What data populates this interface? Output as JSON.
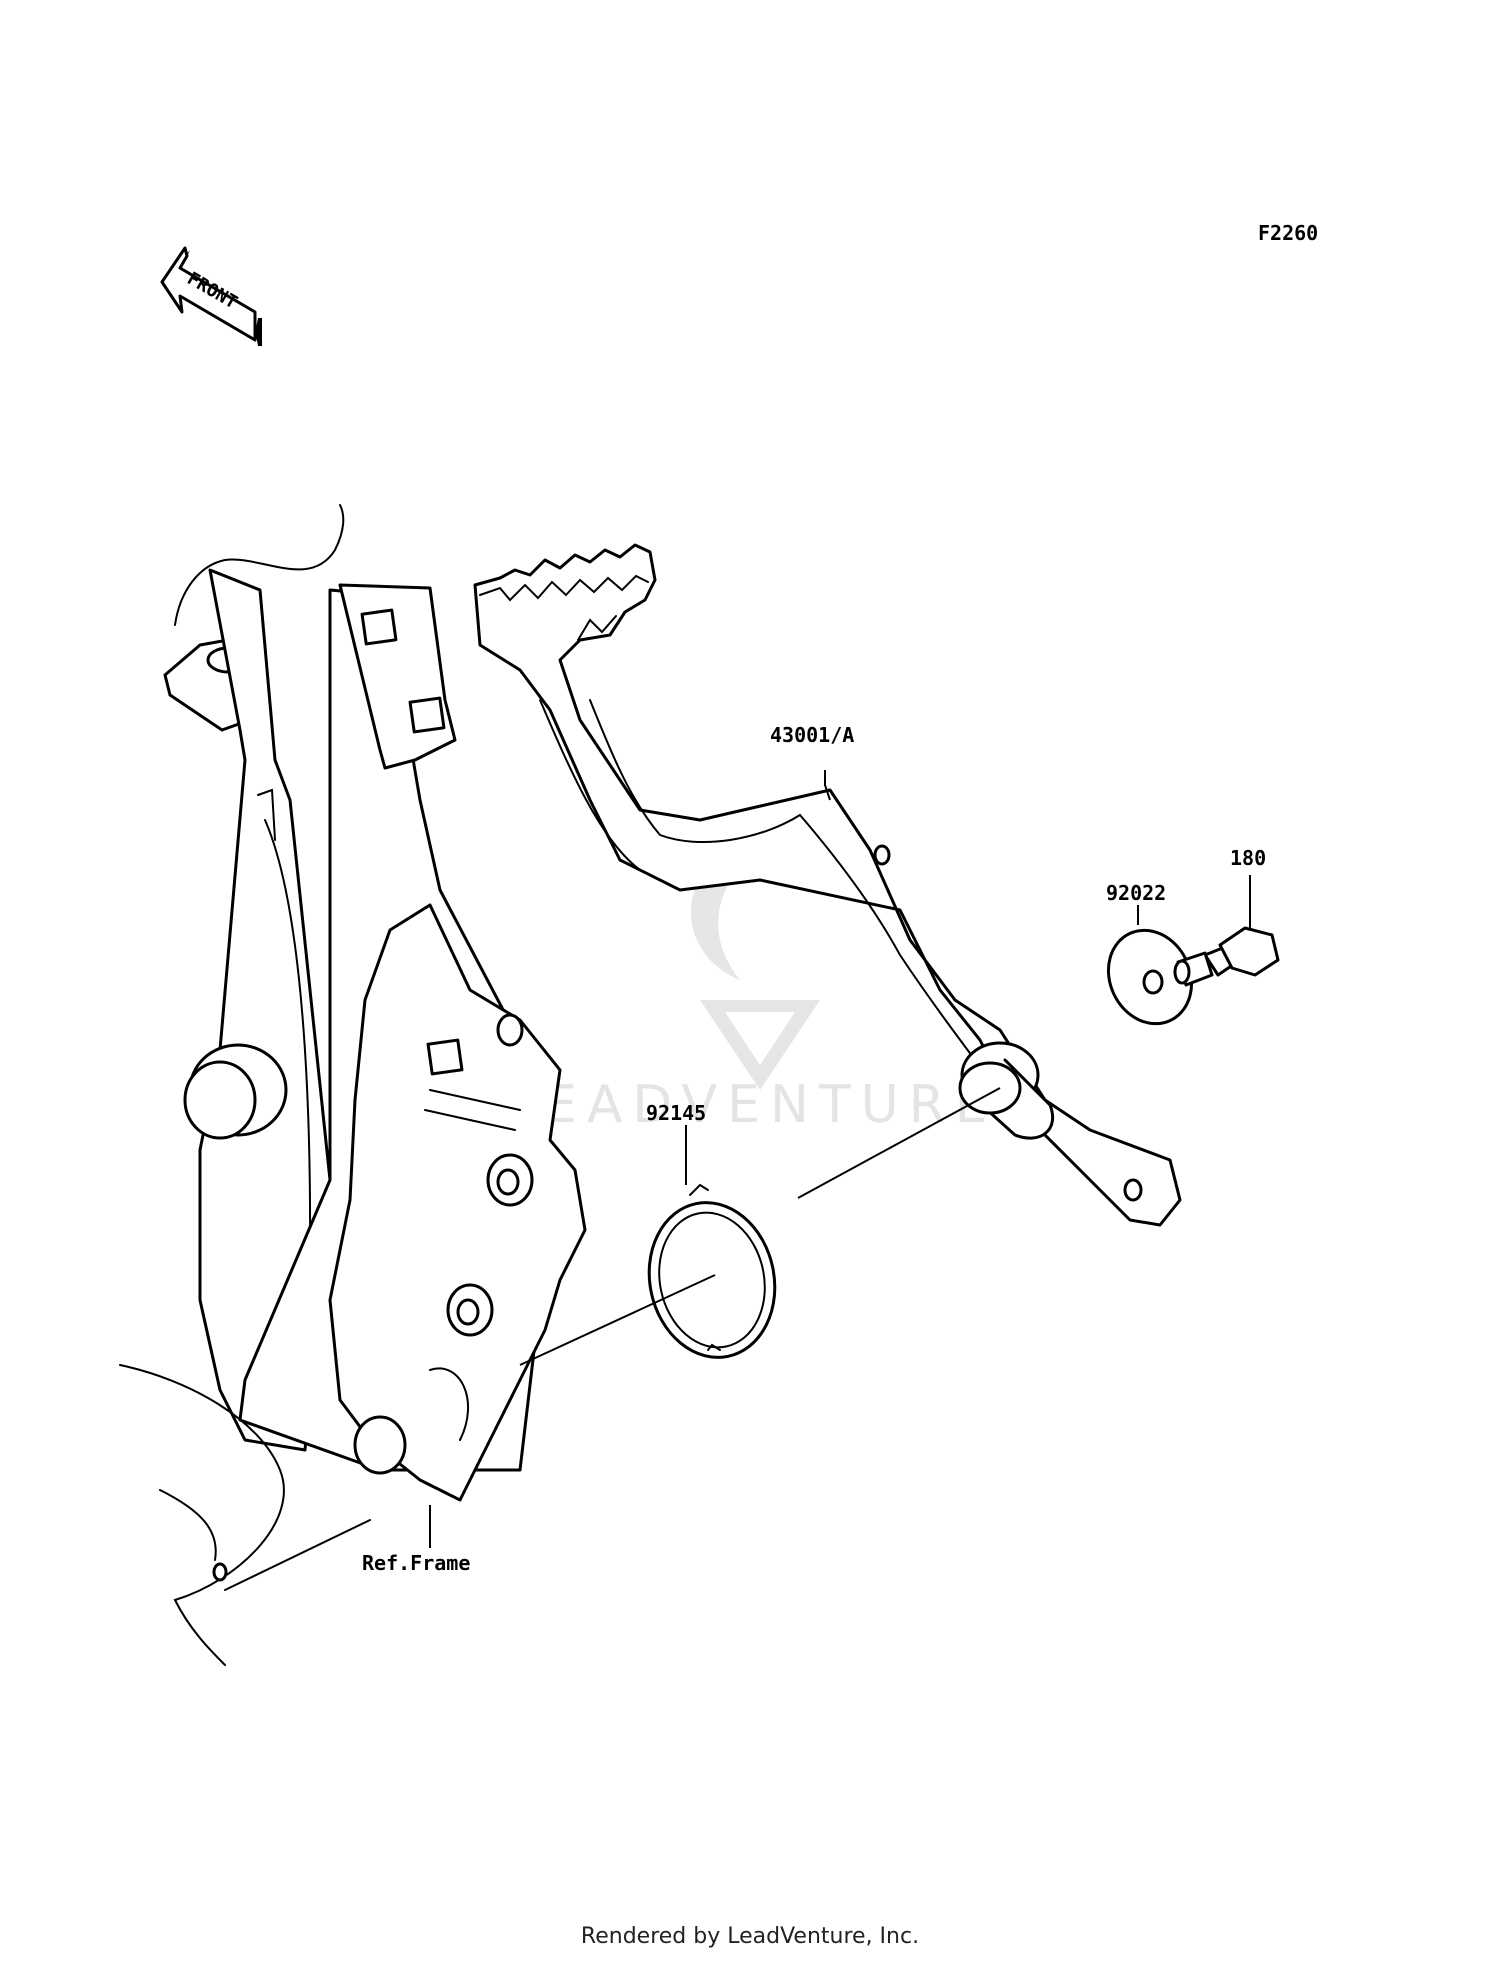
{
  "diagram": {
    "figure_code": "F2260",
    "front_arrow_label": "FRONT",
    "callouts": [
      {
        "id": "brake-pedal",
        "label": "43001/A"
      },
      {
        "id": "washer",
        "label": "92022"
      },
      {
        "id": "bolt",
        "label": "180"
      },
      {
        "id": "return-spring",
        "label": "92145"
      },
      {
        "id": "frame-reference",
        "label": "Ref.Frame"
      }
    ],
    "watermark": "LEADVENTURE"
  },
  "footer": {
    "credit": "Rendered by LeadVenture, Inc."
  }
}
